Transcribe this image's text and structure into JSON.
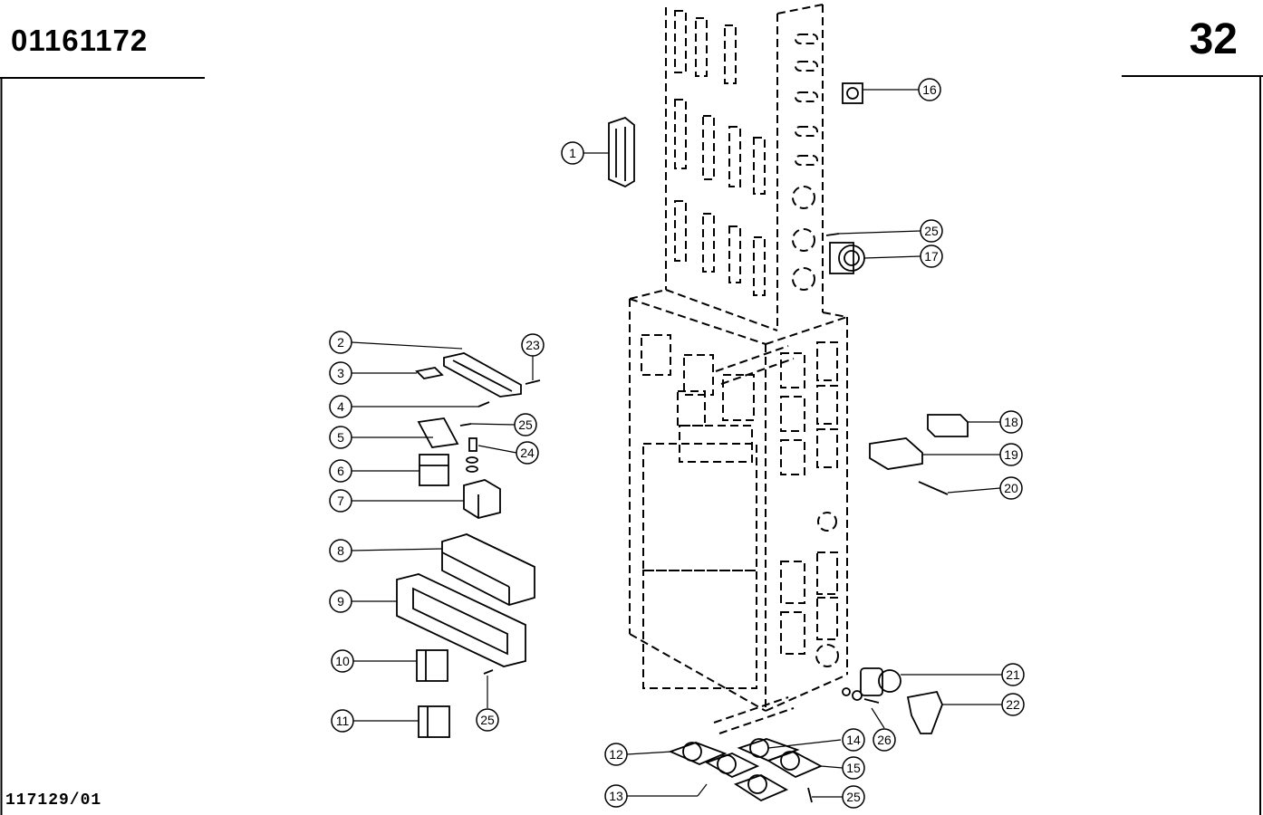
{
  "header": {
    "document_number": "01161172",
    "page_number": "32"
  },
  "footer": {
    "drawing_code": "117129/01"
  },
  "callouts": [
    {
      "id": "c1",
      "label": "1"
    },
    {
      "id": "c2",
      "label": "2"
    },
    {
      "id": "c3",
      "label": "3"
    },
    {
      "id": "c4",
      "label": "4"
    },
    {
      "id": "c5",
      "label": "5"
    },
    {
      "id": "c6",
      "label": "6"
    },
    {
      "id": "c7",
      "label": "7"
    },
    {
      "id": "c8",
      "label": "8"
    },
    {
      "id": "c9",
      "label": "9"
    },
    {
      "id": "c10",
      "label": "10"
    },
    {
      "id": "c11",
      "label": "11"
    },
    {
      "id": "c12",
      "label": "12"
    },
    {
      "id": "c13",
      "label": "13"
    },
    {
      "id": "c14",
      "label": "14"
    },
    {
      "id": "c15",
      "label": "15"
    },
    {
      "id": "c16",
      "label": "16"
    },
    {
      "id": "c17",
      "label": "17"
    },
    {
      "id": "c18",
      "label": "18"
    },
    {
      "id": "c19",
      "label": "19"
    },
    {
      "id": "c20",
      "label": "20"
    },
    {
      "id": "c21",
      "label": "21"
    },
    {
      "id": "c22",
      "label": "22"
    },
    {
      "id": "c23",
      "label": "23"
    },
    {
      "id": "c24",
      "label": "24"
    },
    {
      "id": "c25a",
      "label": "25"
    },
    {
      "id": "c25b",
      "label": "25"
    },
    {
      "id": "c25c",
      "label": "25"
    },
    {
      "id": "c25d",
      "label": "25"
    },
    {
      "id": "c26",
      "label": "26"
    }
  ]
}
